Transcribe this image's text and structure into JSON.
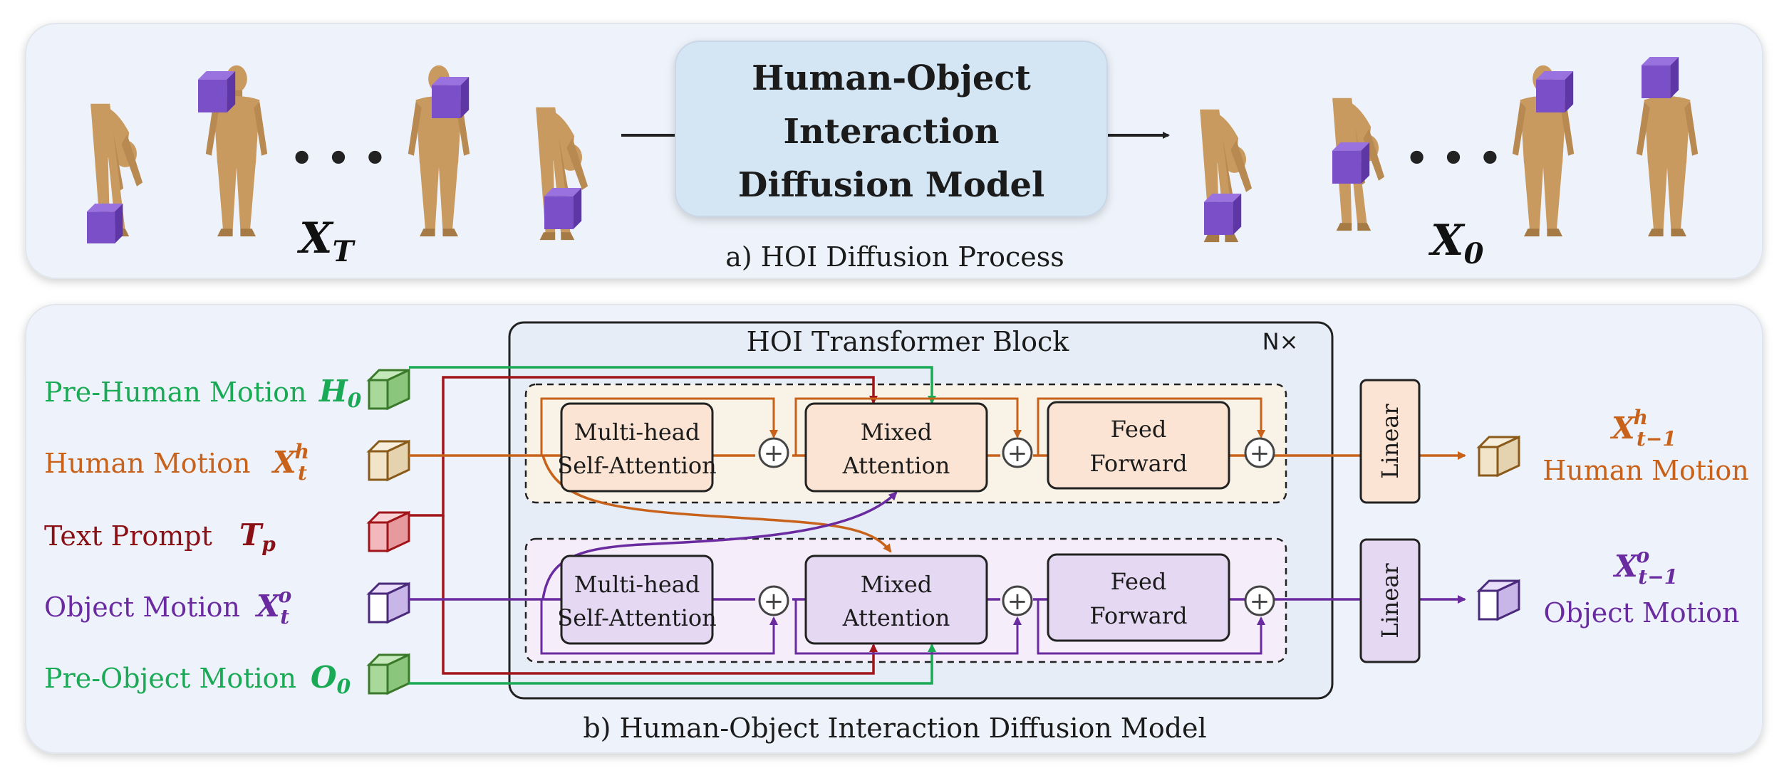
{
  "colors": {
    "green": "#1aaa55",
    "orange": "#c8621a",
    "red": "#a0141a",
    "purple": "#6a2aa0",
    "black": "#222222",
    "skin": "#c99a5f",
    "cube": "#7a4fc7",
    "panel": "#eef3fb",
    "transformer_bg": "#e6edf7",
    "orange_fill": "#fbe4d3",
    "purple_fill": "#e5d8f2",
    "model_box": "#d4e6f4"
  },
  "top": {
    "caption": "a) HOI Diffusion Process",
    "model_lines": [
      "Human-Object",
      "Interaction",
      "Diffusion Model"
    ],
    "ellipsis": "• • •",
    "xt": {
      "base": "X",
      "sub": "T"
    },
    "x0": {
      "base": "X",
      "sub": "0"
    }
  },
  "bottom": {
    "caption": "b) Human-Object Interaction Diffusion Model",
    "transformer_title": "HOI Transformer Block",
    "repeat": "N×",
    "inputs": [
      {
        "label": "Pre-Human Motion",
        "sym": "H",
        "sub": "0",
        "sup": "",
        "color": "green"
      },
      {
        "label": "Human Motion",
        "sym": "X",
        "sub": "t",
        "sup": "h",
        "color": "orange"
      },
      {
        "label": "Text Prompt",
        "sym": "T",
        "sub": "p",
        "sup": "",
        "color": "red"
      },
      {
        "label": "Object Motion",
        "sym": "X",
        "sub": "t",
        "sup": "o",
        "color": "purple"
      },
      {
        "label": "Pre-Object Motion",
        "sym": "O",
        "sub": "0",
        "sup": "",
        "color": "green"
      }
    ],
    "human_branch": {
      "self_attn": [
        "Multi-head",
        "Self-Attention"
      ],
      "mixed_attn": [
        "Mixed",
        "Attention"
      ],
      "ffn": [
        "Feed",
        "Forward"
      ],
      "linear": "Linear"
    },
    "object_branch": {
      "self_attn": [
        "Multi-head",
        "Self-Attention"
      ],
      "mixed_attn": [
        "Mixed",
        "Attention"
      ],
      "ffn": [
        "Feed",
        "Forward"
      ],
      "linear": "Linear"
    },
    "outputs": [
      {
        "sym": "X",
        "sup": "h",
        "sub": "t−1",
        "label": "Human Motion",
        "color": "orange"
      },
      {
        "sym": "X",
        "sup": "o",
        "sub": "t−1",
        "label": "Object Motion",
        "color": "purple"
      }
    ],
    "plus": "+"
  }
}
